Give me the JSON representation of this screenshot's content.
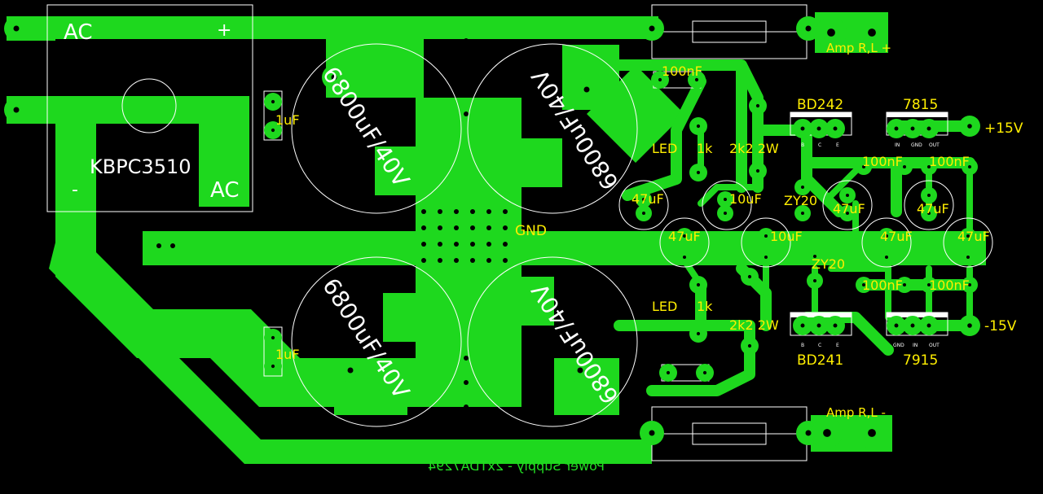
{
  "board": {
    "bridge": {
      "part": "KBPC3510",
      "ac_top": "AC",
      "ac_bottom": "AC",
      "plus": "+",
      "minus": "-"
    },
    "big_caps": {
      "value": "6800uF/40V"
    },
    "small_caps_1uf": "1uF",
    "cap_100nf": "100nF",
    "cap_47uf": "47uF",
    "cap_10uf": "10uF",
    "led": "LED",
    "res_1k": "1k",
    "res_2k2": "2k2 2W",
    "zener": "ZY20",
    "gnd": "GND",
    "bd242": "BD242",
    "bd241": "BD241",
    "reg_pos": "7815",
    "reg_neg": "7915",
    "out_pos": "+15V",
    "out_neg": "-15V",
    "amp_pos": "Amp R,L +",
    "amp_neg": "Amp R,L -",
    "footer": "Power Supply - 2xTDA7294",
    "pin_bce": [
      "B",
      "C",
      "E"
    ],
    "pin_reg_pos": [
      "IN",
      "GND",
      "OUT"
    ],
    "pin_reg_neg": [
      "GND",
      "IN",
      "OUT"
    ]
  },
  "colors": {
    "copper": "#1ed81e",
    "silk": "#ffffff",
    "label": "#ffee00",
    "background": "#000000"
  }
}
